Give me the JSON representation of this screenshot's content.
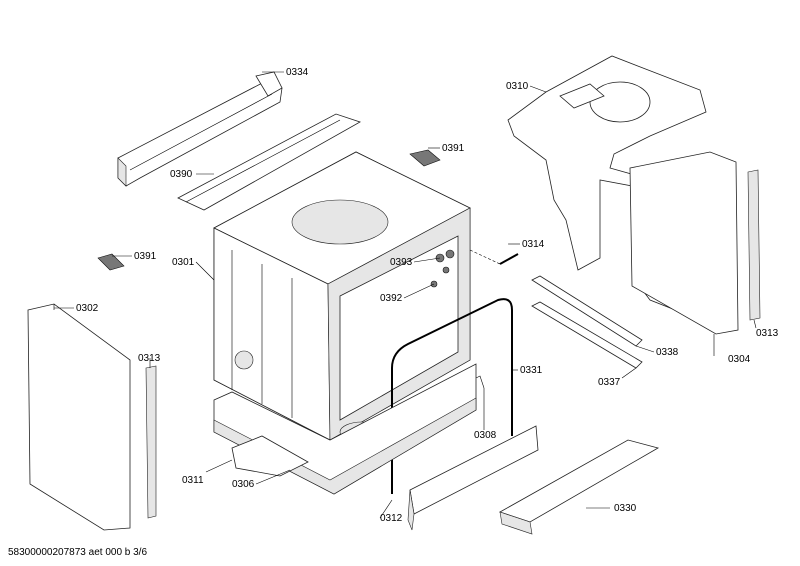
{
  "labels": {
    "l0334": "0334",
    "l0390": "0390",
    "l0391a": "0391",
    "l0391b": "0391",
    "l0301": "0301",
    "l0302": "0302",
    "l0313a": "0313",
    "l0313b": "0313",
    "l0310": "0310",
    "l0314": "0314",
    "l0393": "0393",
    "l0392": "0392",
    "l0338": "0338",
    "l0304": "0304",
    "l0337": "0337",
    "l0331": "0331",
    "l0308": "0308",
    "l0311": "0311",
    "l0306": "0306",
    "l0312": "0312",
    "l0330": "0330"
  },
  "footer": "58300000207873 aet 000 b 3/6"
}
